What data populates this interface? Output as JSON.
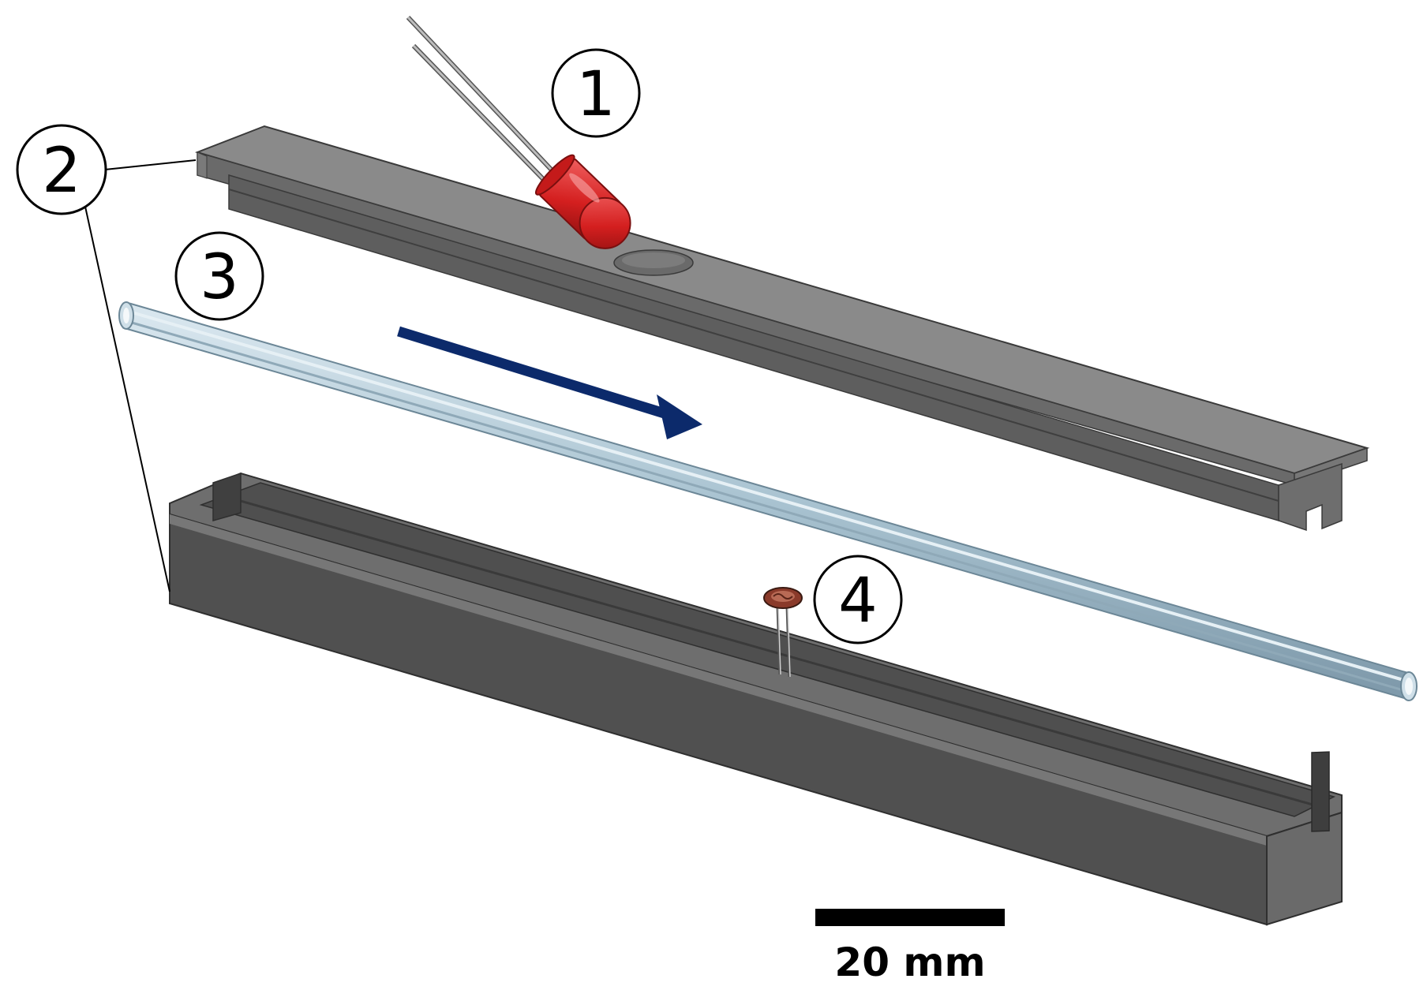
{
  "callouts": [
    {
      "id": "1",
      "label": "1"
    },
    {
      "id": "2",
      "label": "2"
    },
    {
      "id": "3",
      "label": "3"
    },
    {
      "id": "4",
      "label": "4"
    }
  ],
  "scale_bar": {
    "label": "20 mm"
  },
  "colors": {
    "housing_top": "#8a8a8a",
    "housing_front": "#5c5c5c",
    "housing_dark": "#4a4a4a",
    "led_red": "#d41f1f",
    "tube": "#a9c3d1",
    "arrow": "#0c2a6b",
    "sensor": "#8a3a2a"
  }
}
